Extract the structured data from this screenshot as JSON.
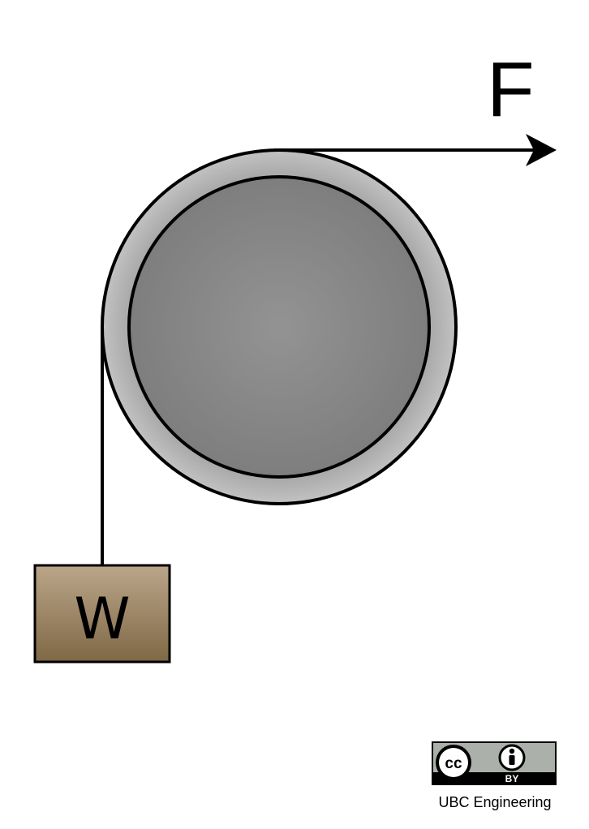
{
  "force_label": "F",
  "weight_label": "W",
  "license": {
    "cc_mark": "cc",
    "by_text": "BY",
    "icons": [
      "cc-icon",
      "attribution-person-icon"
    ]
  },
  "credit": "UBC Engineering",
  "colors": {
    "pulley_rim": "#bcbcbc",
    "pulley_hub": "#8f8f8f",
    "block_top": "#bba68a",
    "block_bottom": "#7f6845",
    "line": "#000000"
  }
}
